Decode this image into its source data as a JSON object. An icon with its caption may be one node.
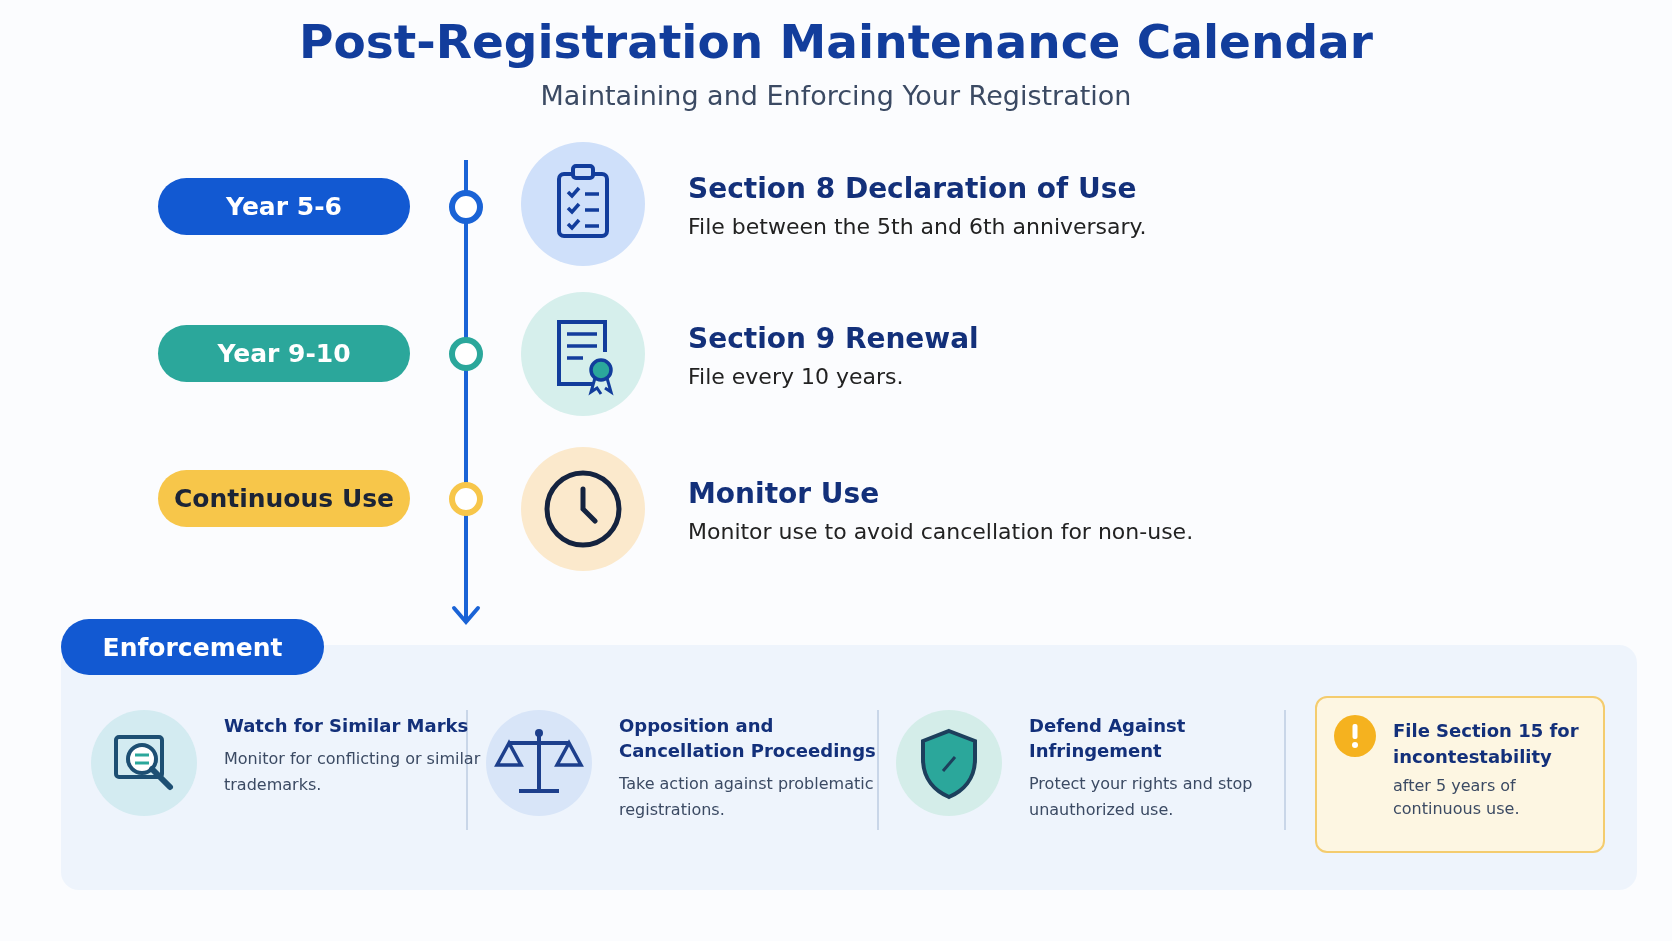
{
  "diagram": {
    "title": "Post-Registration Maintenance Calendar",
    "nodes": [
      {
        "text": [
          "Year 5-6"
        ]
      },
      {
        "text": [
          "Section 8 Declaration of Use",
          "File between the 5th and 6th anniversary."
        ]
      },
      {
        "text": [
          "Year 9-10"
        ]
      },
      {
        "text": [
          "Section 9 Renewal",
          "File every 10 years."
        ]
      },
      {
        "text": [
          "Continuous Use"
        ]
      },
      {
        "text": [
          "Monitor Use",
          "Monitor use to avoid cancellation for non-use."
        ]
      },
      {
        "text": [
          "Enforcement"
        ]
      },
      {
        "text": [],
        "shape": "box"
      },
      {
        "text": [
          "Watch for Similar Marks",
          "Monitor for conflicting or similar trademarks."
        ],
        "in": 7
      },
      {
        "text": [
          "Opposition and Cancellation Proceedings",
          "Take action against problematic registrations."
        ],
        "in": 7
      },
      {
        "text": [
          "Defend Against Infringement",
          "Protect your rights and stop unauthorized use."
        ],
        "in": 7
      },
      {
        "text": [
          "File Section 15 for incontestability",
          "after 5 years of continuous use."
        ],
        "in": 7
      }
    ],
    "labels": [
      "Maintaining and Enforcing Your Registration"
    ]
  }
}
